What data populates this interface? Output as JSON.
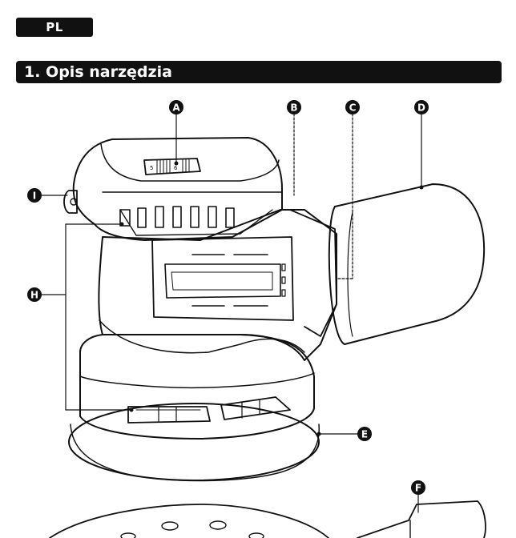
{
  "language_badge": "PL",
  "section": {
    "title": "1. Opis narzędzia"
  },
  "callouts": {
    "A": "A",
    "B": "B",
    "C": "C",
    "D": "D",
    "E": "E",
    "F": "F",
    "H": "H",
    "I": "I"
  },
  "dial": {
    "left_number": "5",
    "center_number": "6"
  },
  "colors": {
    "ink": "#111111",
    "paper": "#ffffff"
  }
}
